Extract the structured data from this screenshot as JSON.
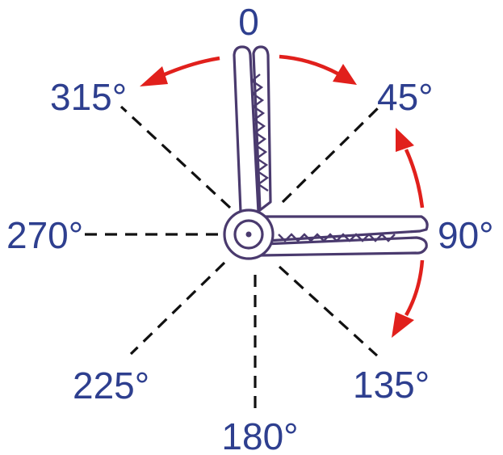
{
  "angle_labels": {
    "a0": "0",
    "a45": "45°",
    "a90": "90°",
    "a135": "135°",
    "a180": "180°",
    "a225": "225°",
    "a270": "270°",
    "a315": "315°"
  },
  "colors": {
    "label": "#2e3f8f",
    "arrow": "#e1201c",
    "clamp_outline": "#4a3a6e",
    "guide_line": "#111111"
  }
}
